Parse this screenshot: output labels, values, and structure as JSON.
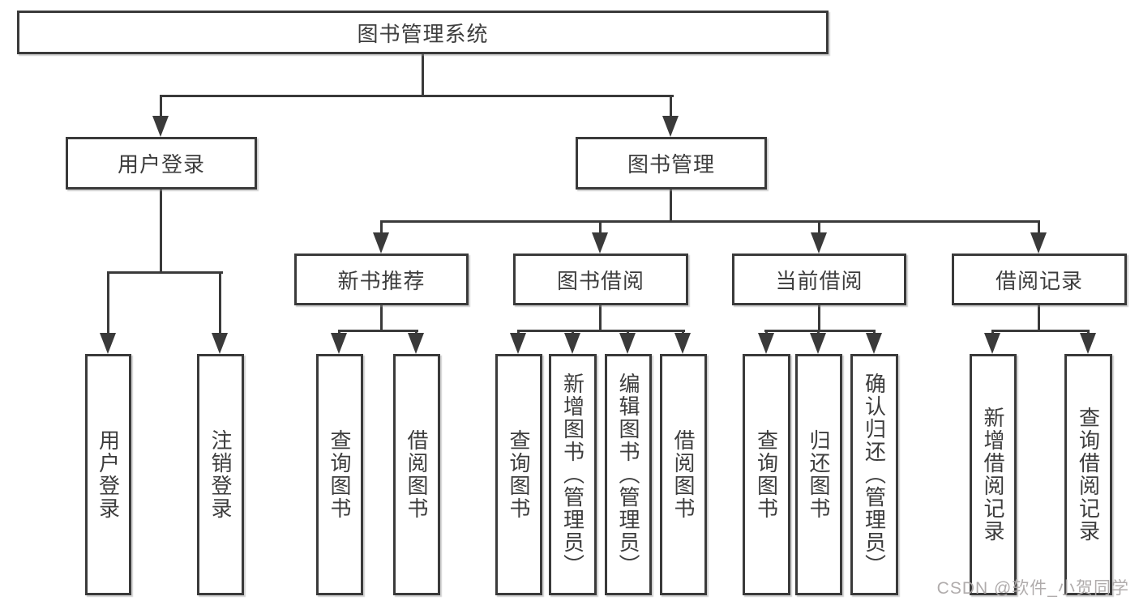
{
  "nodes": {
    "root": "图书管理系统",
    "user_login": "用户登录",
    "book_mgmt": "图书管理",
    "new_books": "新书推荐",
    "book_borrow": "图书借阅",
    "current_borrow": "当前借阅",
    "borrow_records": "借阅记录",
    "leaf_user_login": "用户登录",
    "leaf_logout": "注销登录",
    "leaf_nb_query": "查询图书",
    "leaf_nb_borrow": "借阅图书",
    "leaf_bb_query": "查询图书",
    "leaf_bb_add": "新增图书（管理员）",
    "leaf_bb_edit": "编辑图书（管理员）",
    "leaf_bb_borrow": "借阅图书",
    "leaf_cb_query": "查询图书",
    "leaf_cb_return": "归还图书",
    "leaf_cb_confirm": "确认归还（管理员）",
    "leaf_br_add": "新增借阅记录",
    "leaf_br_query": "查询借阅记录"
  },
  "watermark": "CSDN @软件_小贺同学",
  "colors": {
    "line": "#3a3a3a",
    "text": "#3d3d3d",
    "watermark": "#aca8a8"
  }
}
